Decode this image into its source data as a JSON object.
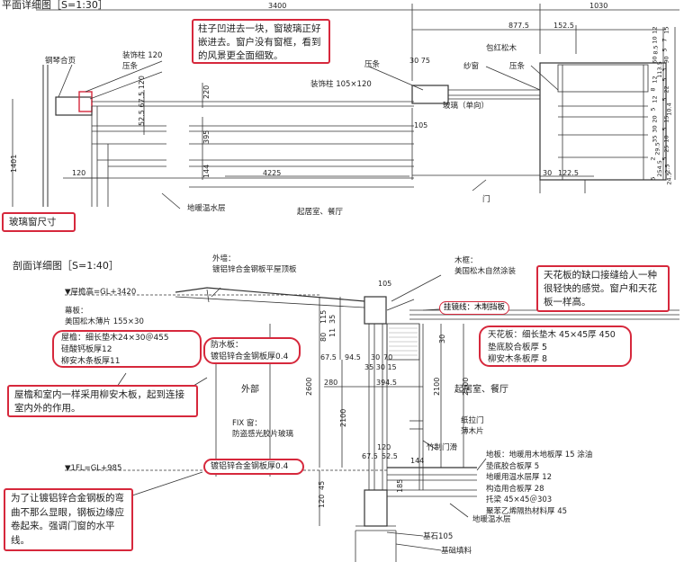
{
  "plan": {
    "title": "平面详细图［S=1:30］",
    "dims": {
      "d3400": "3400",
      "d1030": "1030",
      "d877": "877.5",
      "d152": "152.5",
      "d4225": "4225",
      "d120": "120",
      "d105": "105",
      "d30": "30",
      "d122": "122.5",
      "d395": "395",
      "d144": "144",
      "d220": "220",
      "d30_75": "30 75",
      "d1401": "1401"
    },
    "labels": {
      "hinge": "钢琴合页",
      "post": "装饰柱 120",
      "strip": "压条",
      "strip2": "压条",
      "post105": "装饰柱 105×120",
      "pine": "包红松木",
      "screen": "纱窗",
      "strip3": "压条",
      "glass": "玻璃（单向）",
      "floor": "地暖温水层",
      "room": "起居室、餐厅",
      "door": "门",
      "glasssize": "玻璃窗尺寸",
      "small": "52.5 67.5 120"
    },
    "note1": "柱子凹进去一块，窗玻璃正好嵌进去。窗户没有窗框，看到的风景更全面细致。",
    "vert_dims": [
      "12",
      "15",
      "10",
      "7",
      "8.5",
      "5",
      "60",
      "90",
      "113.5",
      "3",
      "12",
      "5",
      "8",
      "22",
      "12",
      "5",
      "5",
      "10.4",
      "20",
      "15",
      "30",
      "5",
      "35",
      "10",
      "29.5",
      "25",
      "2",
      "5",
      "254.5",
      "2.5",
      "5",
      "24.5"
    ]
  },
  "section": {
    "title": "剖面详细图［S=1:40］",
    "labels": {
      "eaves_h": "▼屋檐高=GL+3420",
      "fl": "▼1FL=GL+985",
      "outer_wall": "外墙：",
      "outer_wall2": "镀铝锌合金钢板平屋顶板",
      "frame": "木框：",
      "frame2": "美国松木自然涂装",
      "fascia": "幕板：",
      "fascia2": "美国松木薄片 155×30",
      "tracks": "挂镜线：木制挡板",
      "outside": "外部",
      "room": "起居室、餐厅",
      "fix": "FIX 窗：",
      "fix2": "防盗感光胶片玻璃",
      "shoji": "纸拉门",
      "thin": "薄木片",
      "bamboo": "竹制门滑",
      "base": "基石105",
      "fill": "基础填料",
      "heating": "地暖温水层"
    },
    "dims": {
      "d105": "105",
      "d80": "80",
      "d115": "115",
      "d35": "35",
      "d11": "11",
      "d30": "30",
      "d67": "67.5",
      "d94": "94.5",
      "d30b": "30",
      "d70": "70",
      "d35_30": "35 30 15",
      "d280": "280",
      "d394": "394.5",
      "d2600": "2600",
      "d2100": "2100",
      "d2100b": "2100",
      "d2100c": "2100",
      "d120": "120",
      "d67b": "67.5",
      "d52": "52.5",
      "d144": "144",
      "d185": "185",
      "d45": "45",
      "d120b": "120"
    },
    "roof_note": [
      "屋檐：细长垫木24×30＠455",
      "硅酸钙板厚12",
      "柳安木条板厚11"
    ],
    "waterproof_note": [
      "防水板：",
      "镀铝锌合金钢板厚0.4"
    ],
    "steel_note": "镀铝锌合金钢板厚0.4",
    "eaves_note": "屋檐和室内一样采用柳安木板，起到连接室内外的作用。",
    "ceiling_note1": "天花板的缺口接缝给人一种很轻快的感觉。窗户和天花板一样高。",
    "ceiling_note2": [
      "天花板：细长垫木 45×45厚 450",
      "垫底胶合板厚 5",
      "柳安木条板厚 8"
    ],
    "steel_bend_note": "为了让镀铝锌合金钢板的弯曲不那么显眼，钢板边缘应卷起来。强调门窗的水平线。",
    "floor_spec": [
      "地板：地暖用木地板厚 15 涂油",
      "垫底胶合板厚 5",
      "地暖用温水层厚 12",
      "构造用合板厚 28",
      "托梁 45×45＠303",
      "聚苯乙烯隔热材料厚 45"
    ]
  }
}
